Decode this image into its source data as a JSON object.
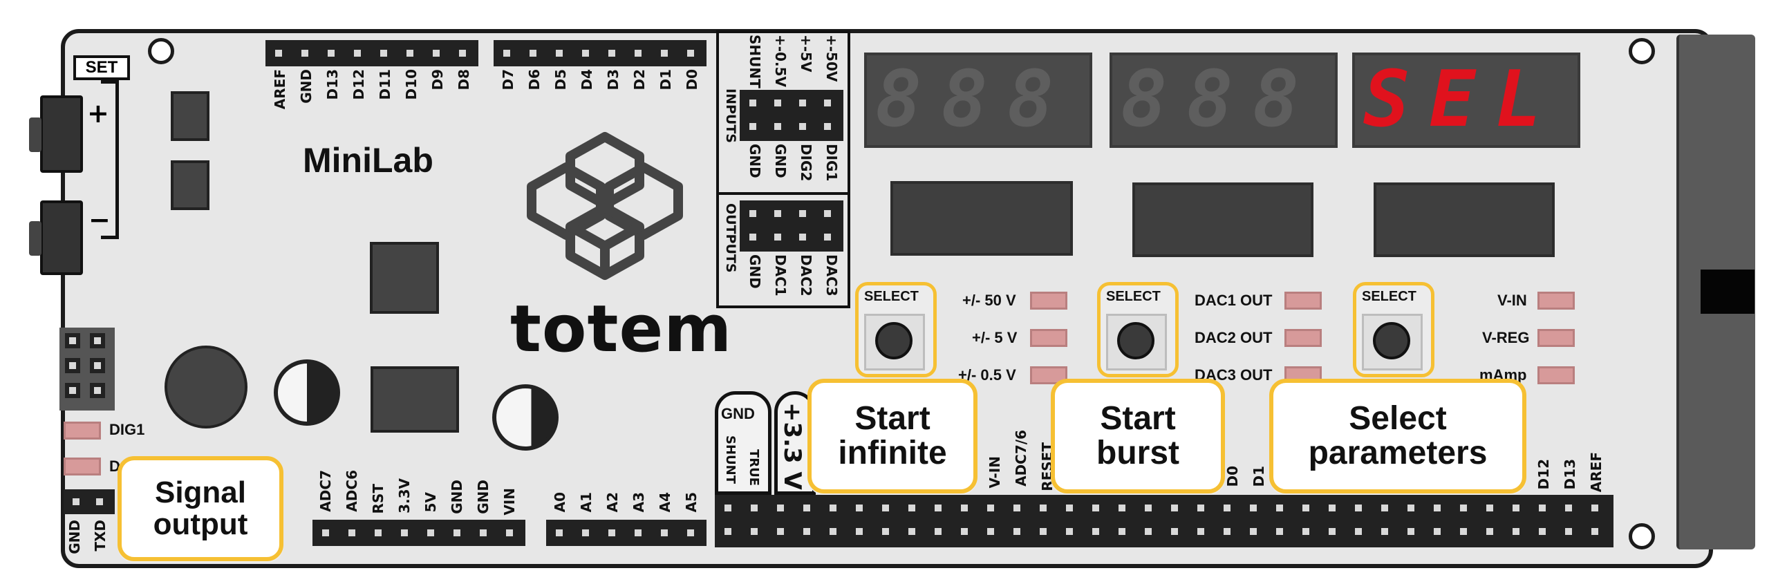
{
  "board": {
    "name": "MiniLab",
    "brand": "totem",
    "set_label": "SET",
    "plus": "+",
    "minus": "−"
  },
  "top_header_left": [
    "AREF",
    "GND",
    "D13",
    "D12",
    "D11",
    "D10",
    "D9",
    "D8"
  ],
  "top_header_right": [
    "D7",
    "D6",
    "D5",
    "D4",
    "D3",
    "D2",
    "D1",
    "D0"
  ],
  "inputs": {
    "title": "INPUTS",
    "top": [
      "SHUNT",
      "+-0.5V",
      "+-5V",
      "+-50V"
    ],
    "bottom": [
      "GND",
      "GND",
      "DIG2",
      "DIG1"
    ]
  },
  "outputs": {
    "title": "OUTPUTS",
    "bottom": [
      "GND",
      "DAC1",
      "DAC2",
      "DAC3"
    ]
  },
  "displays": [
    {
      "text": "888",
      "active": false
    },
    {
      "text": "888",
      "active": false
    },
    {
      "text": "SEL",
      "active": true
    }
  ],
  "select_label": "SELECT",
  "led_labels_1": [
    "+/- 50 V",
    "+/- 5 V",
    "+/- 0.5 V"
  ],
  "led_labels_2": [
    "DAC1 OUT",
    "DAC2 OUT",
    "DAC3 OUT"
  ],
  "led_labels_3": [
    "V-IN",
    "V-REG",
    "mAmp"
  ],
  "left_leds": [
    "DIG1",
    "D"
  ],
  "left_pins": [
    "GND",
    "TXD"
  ],
  "bottom_header_1": [
    "ADC7",
    "ADC6",
    "RST",
    "3.3V",
    "5V",
    "GND",
    "GND",
    "VIN"
  ],
  "bottom_header_2": [
    "A0",
    "A1",
    "A2",
    "A3",
    "A4",
    "A5"
  ],
  "gnd_block": {
    "top": "GND",
    "a": "SHUNT",
    "b": "TRUE"
  },
  "v33": "+3.3 V",
  "bottom_right_labels": [
    "V-IN",
    "ADC7/6",
    "RESET",
    "D0",
    "D1",
    "D12",
    "D13",
    "AREF"
  ],
  "callouts": {
    "signal": [
      "Signal",
      "output"
    ],
    "infinite": [
      "Start",
      "infinite"
    ],
    "burst": [
      "Start",
      "burst"
    ],
    "params": [
      "Select",
      "parameters"
    ]
  },
  "colors": {
    "highlight": "#f6c033",
    "segment_on": "#e0121d",
    "segment_off": "#5e5e5e",
    "led": "#d79a9a"
  }
}
